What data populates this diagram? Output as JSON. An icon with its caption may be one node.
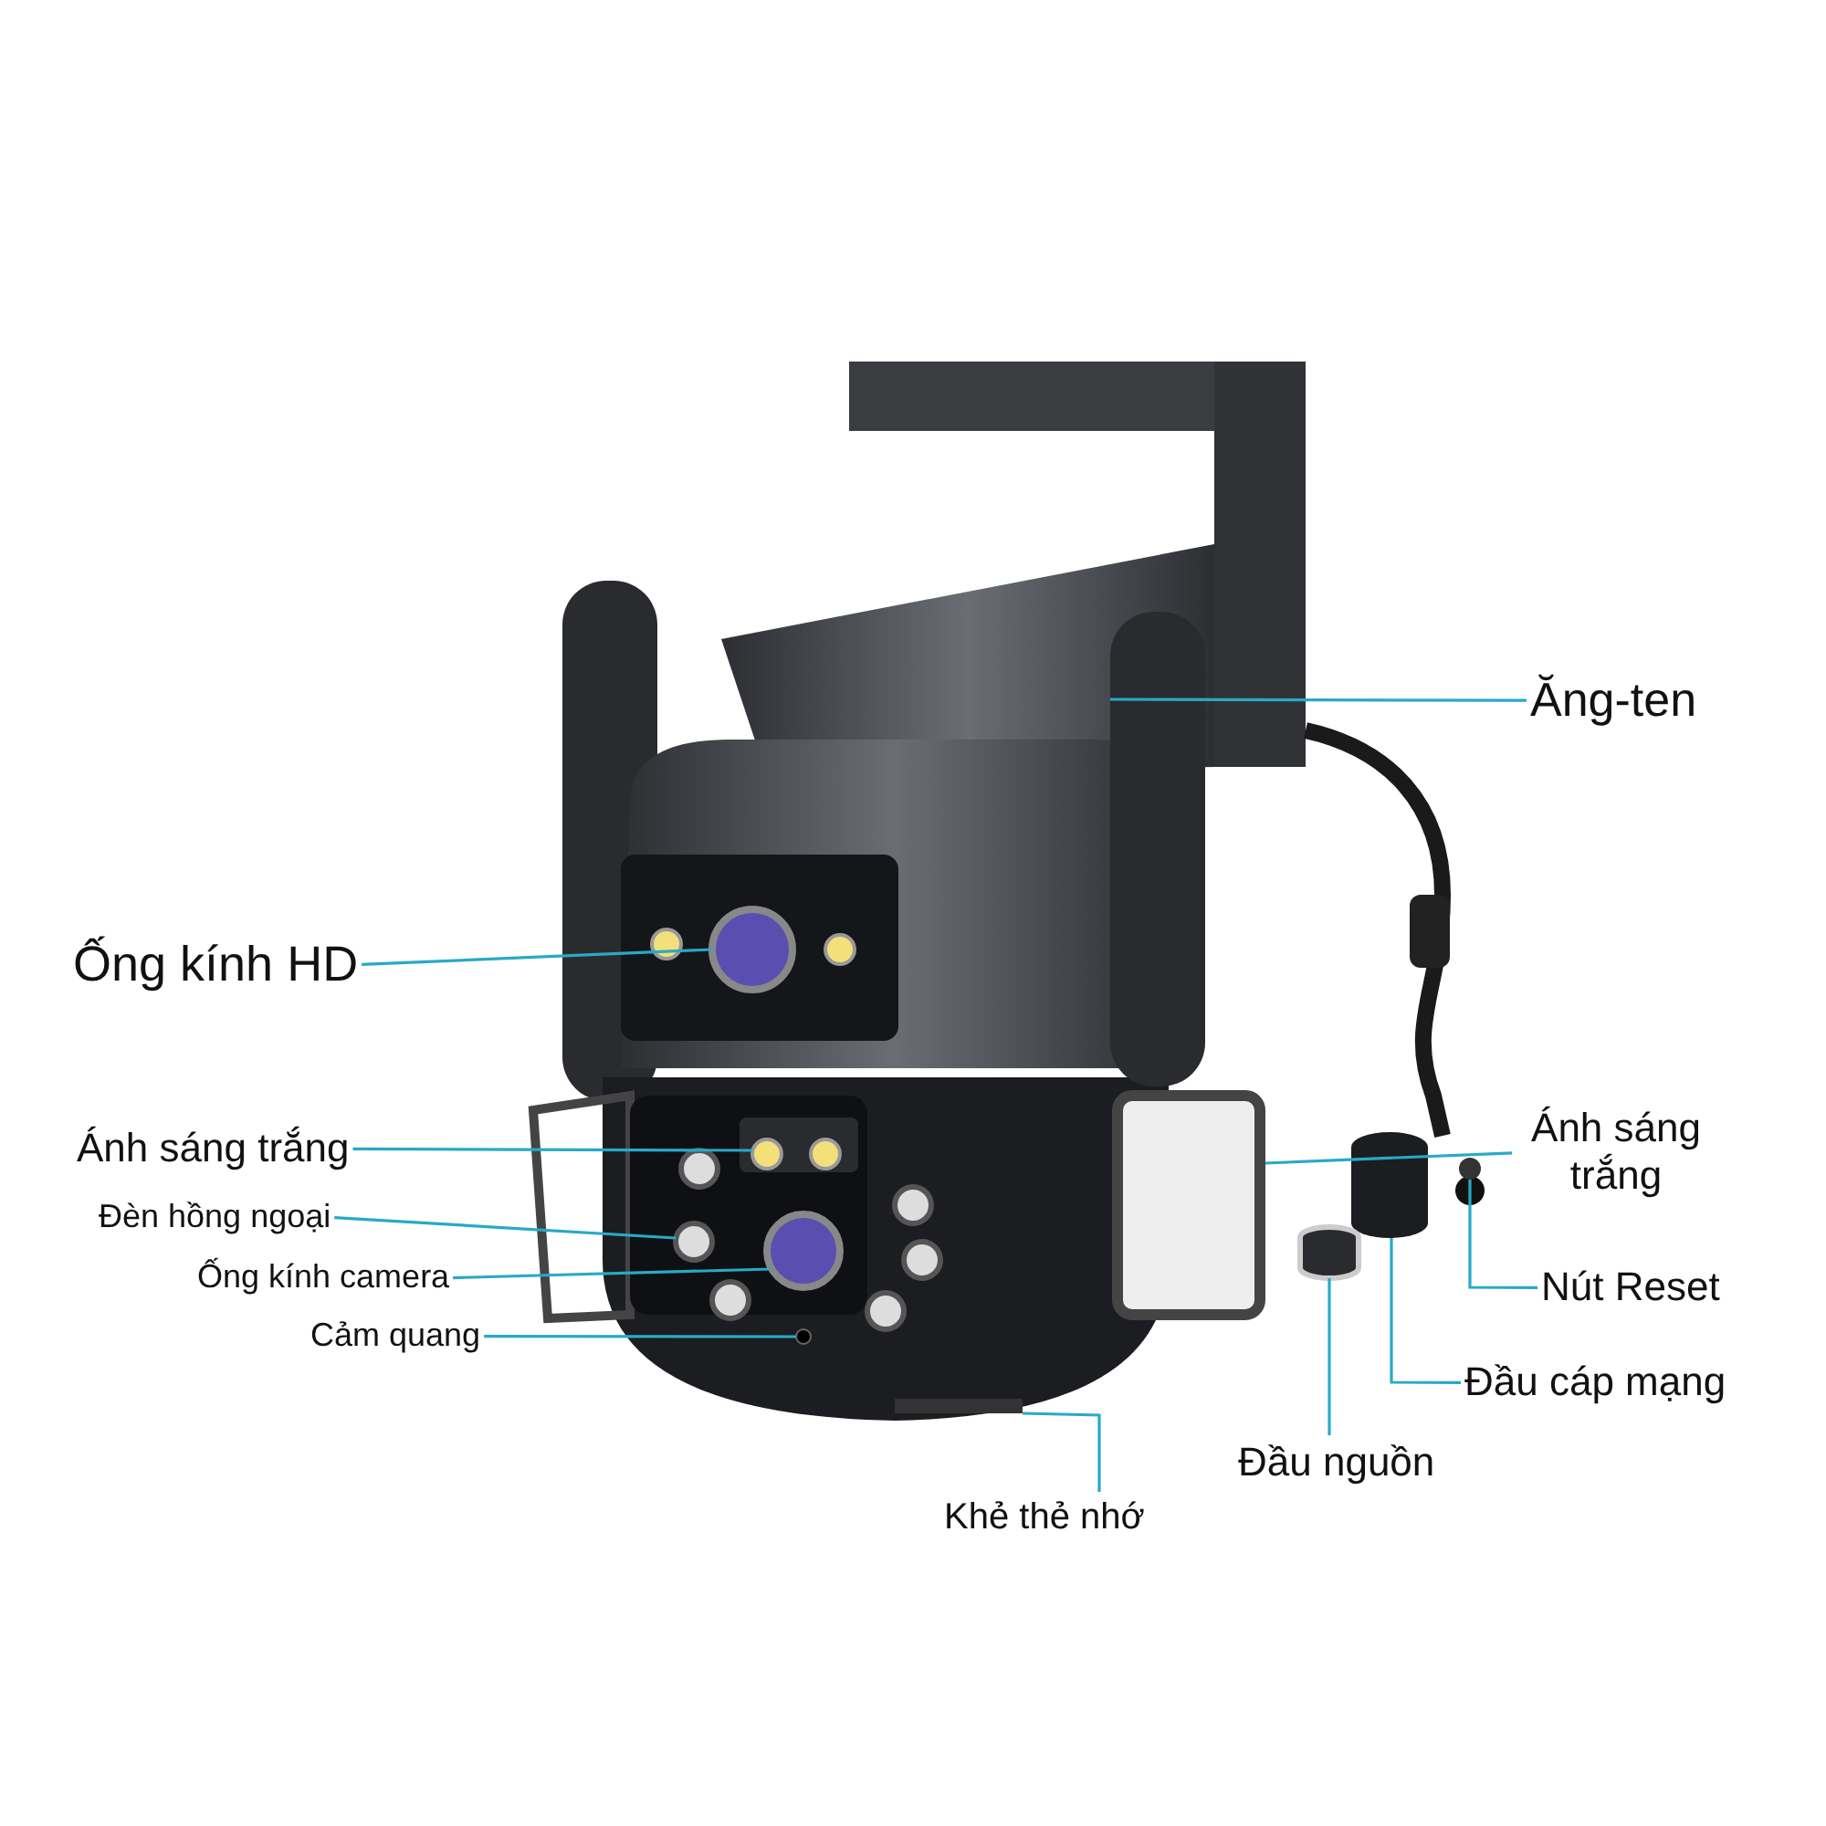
{
  "diagram": {
    "nodes": [
      {
        "text": [
          "Ăng-ten"
        ]
      },
      {
        "text": [
          "Ống kính HD"
        ]
      },
      {
        "text": [
          "Ánh sáng trắng"
        ]
      },
      {
        "text": [
          "Đèn hồng ngoại"
        ]
      },
      {
        "text": [
          "Ống kính camera"
        ]
      },
      {
        "text": [
          "Cảm quang"
        ]
      },
      {
        "text": [
          "Khẻ thẻ nhớ"
        ]
      },
      {
        "text": [
          "Ánh sáng trắng"
        ]
      },
      {
        "text": [
          "Nút Reset"
        ]
      },
      {
        "text": [
          "Đầu cáp mạng"
        ]
      },
      {
        "text": [
          "Đầu nguồn"
        ]
      },
      {
        "text": [],
        "shape": "box"
      },
      {
        "text": [],
        "shape": "circle"
      },
      {
        "text": [],
        "shape": "circle"
      },
      {
        "text": [],
        "shape": "circle"
      },
      {
        "text": [],
        "shape": "circle"
      },
      {
        "text": [],
        "shape": "circle"
      },
      {
        "text": [],
        "shape": "box"
      },
      {
        "text": [],
        "shape": "box"
      },
      {
        "text": [],
        "shape": "circle"
      },
      {
        "text": [],
        "shape": "cylinder"
      },
      {
        "text": [],
        "shape": "cylinder"
      },
      {
        "text": [],
        "shape": "box"
      }
    ],
    "edges": [
      {
        "from": 0,
        "to": 11,
        "arrow": "none"
      },
      {
        "from": 1,
        "to": 12,
        "arrow": "none"
      },
      {
        "from": 2,
        "to": 13,
        "arrow": "none"
      },
      {
        "from": 3,
        "to": 14,
        "arrow": "none"
      },
      {
        "from": 4,
        "to": 15,
        "arrow": "none"
      },
      {
        "from": 5,
        "to": 16,
        "arrow": "none"
      },
      {
        "from": 6,
        "to": 17,
        "arrow": "none"
      },
      {
        "from": 7,
        "to": 18,
        "arrow": "none"
      },
      {
        "from": 8,
        "to": 19,
        "arrow": "none"
      },
      {
        "from": 9,
        "to": 20,
        "arrow": "none"
      },
      {
        "from": 10,
        "to": 21,
        "arrow": "none"
      }
    ]
  }
}
